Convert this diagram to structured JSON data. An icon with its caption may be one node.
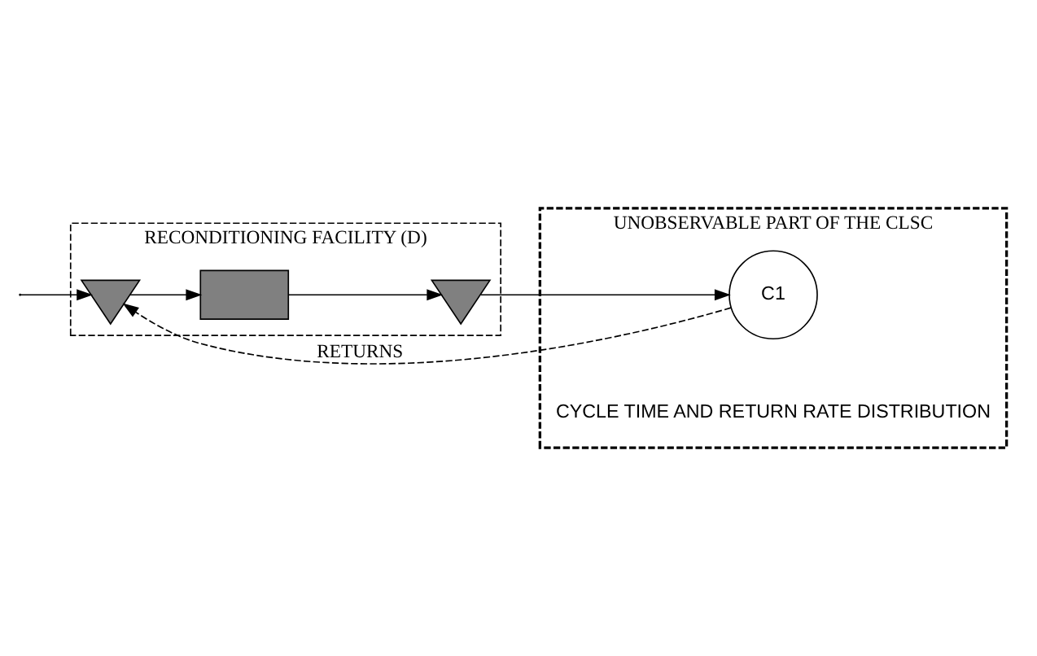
{
  "diagram": {
    "nodes": [
      {
        "text": [
          "RECONDITIONING FACILITY (D)"
        ]
      },
      {
        "text": [],
        "shape": "triangle",
        "in": 0
      },
      {
        "text": [],
        "shape": "box",
        "in": 0
      },
      {
        "text": [],
        "shape": "triangle",
        "in": 0
      },
      {
        "text": [
          "UNOBSERVABLE PART OF THE CLSC"
        ]
      },
      {
        "text": [
          "C1"
        ],
        "in": 4
      },
      {
        "text": [
          "CYCLE TIME AND RETURN RATE DISTRIBUTION"
        ],
        "in": 4
      }
    ],
    "edges": [
      {
        "from": null,
        "to": 1,
        "arrow": "to"
      },
      {
        "from": 1,
        "to": 2,
        "arrow": "to"
      },
      {
        "from": 2,
        "to": 3,
        "arrow": "to"
      },
      {
        "from": 3,
        "to": 5,
        "arrow": "to"
      },
      {
        "from": 5,
        "to": 1,
        "arrow": "to",
        "label": "RETURNS",
        "style": "dashed"
      }
    ]
  }
}
